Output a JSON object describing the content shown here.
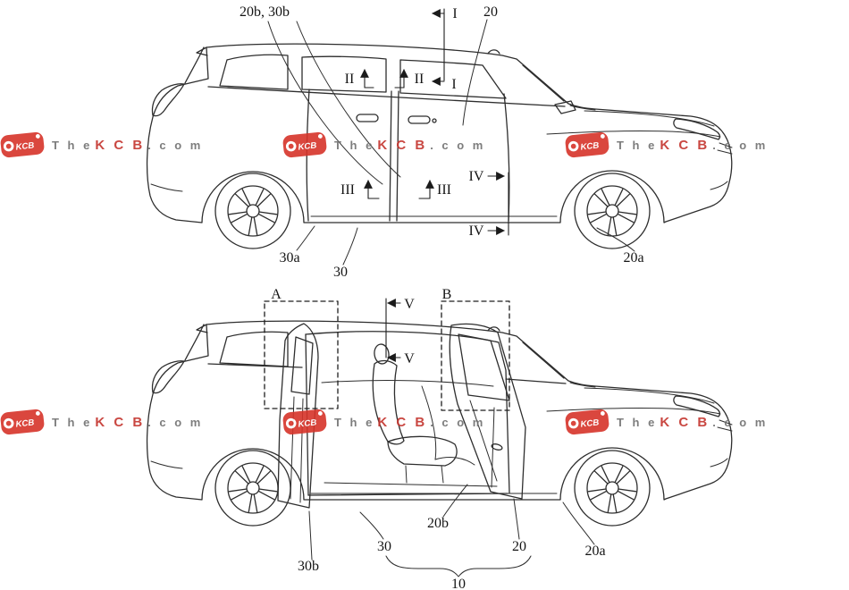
{
  "figure_top": {
    "labels": {
      "doors_inner": "20b, 30b",
      "front_door": "20",
      "sec1_top": "I",
      "sec1_bottom": "I",
      "sec2_left": "II",
      "sec2_right": "II",
      "sec3_left": "III",
      "sec3_right": "III",
      "sec4_top": "IV",
      "sec4_bottom": "IV",
      "rear_door_outer": "30a",
      "rear_door": "30",
      "front_door_outer": "20a"
    }
  },
  "figure_bottom": {
    "labels": {
      "detail_a": "A",
      "detail_b": "B",
      "sec5_top": "V",
      "sec5_bottom": "V",
      "front_door_inner": "20b",
      "rear_door_inner": "30b",
      "rear_door": "30",
      "front_door": "20",
      "front_door_outer": "20a",
      "door_assembly": "10"
    }
  },
  "watermark": {
    "logo": "KCB",
    "the": "T h e",
    "kcb": "K C B",
    "com": ". c o m",
    "brand_red": "#c4342d",
    "text_gray": "#6f6f6f"
  }
}
